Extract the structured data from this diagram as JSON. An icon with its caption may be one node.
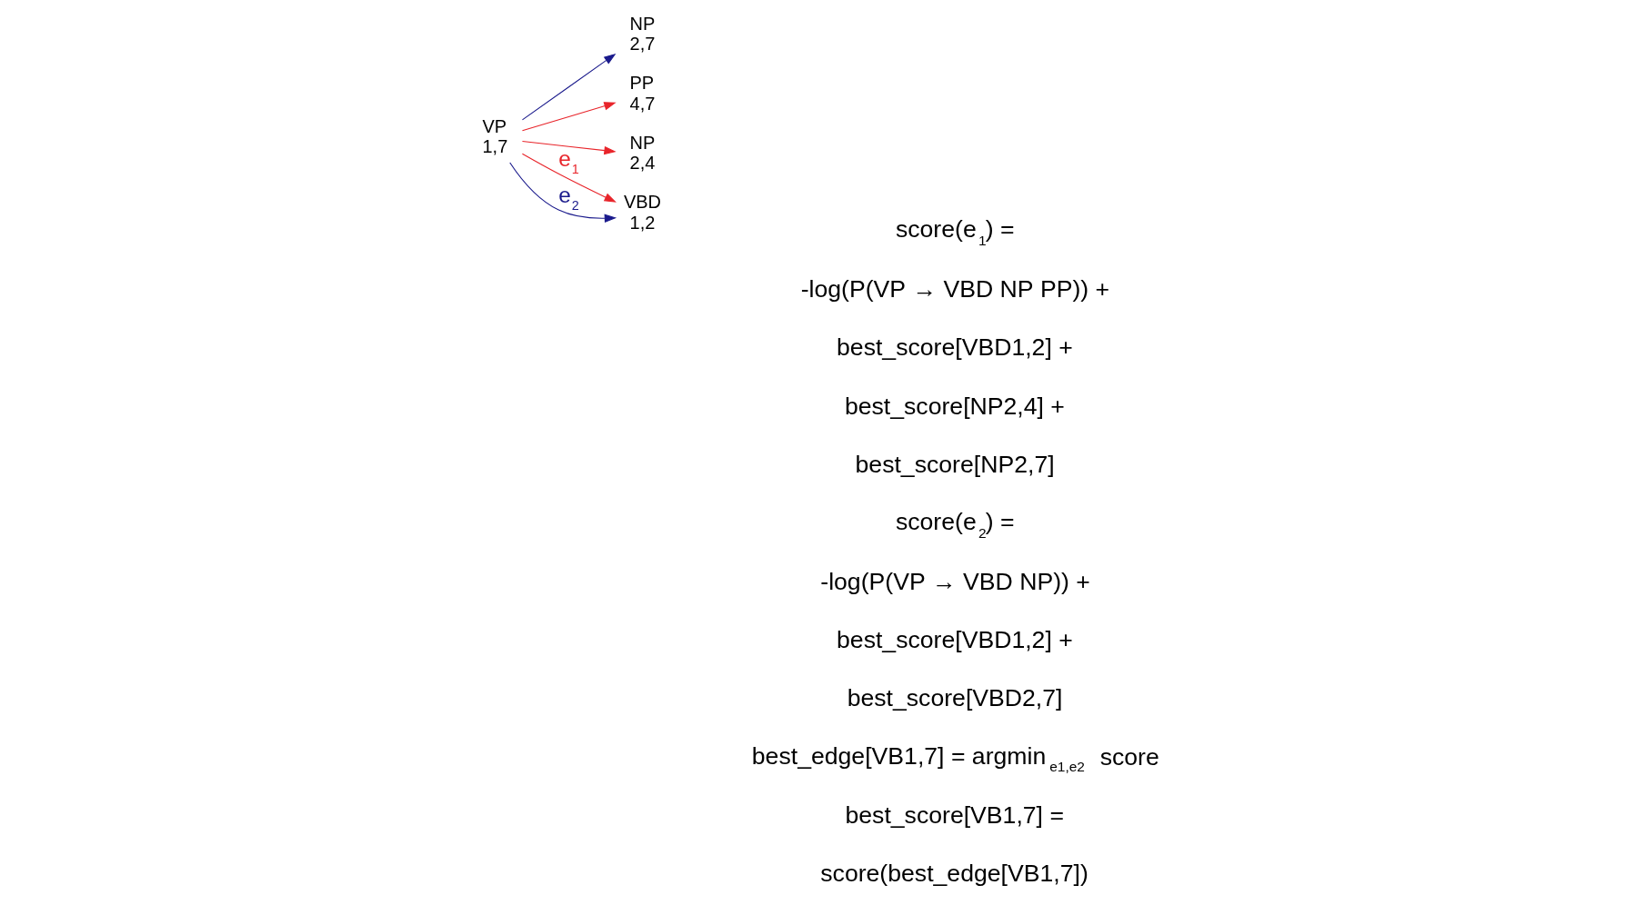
{
  "diagram": {
    "nodes": [
      {
        "text": [
          "VP",
          "1,7"
        ]
      },
      {
        "text": [
          "NP",
          "2,7"
        ]
      },
      {
        "text": [
          "PP",
          "4,7"
        ]
      },
      {
        "text": [
          "NP",
          "2,4"
        ]
      },
      {
        "text": [
          "VBD",
          "1,2"
        ]
      }
    ],
    "edges": [
      {
        "from": 0,
        "to": 4,
        "arrow": "to",
        "label": "e$_{1}$",
        "color": "#e8242a"
      },
      {
        "from": 0,
        "to": 3,
        "arrow": "to",
        "color": "#e8242a"
      },
      {
        "from": 0,
        "to": 2,
        "arrow": "to",
        "color": "#e8242a"
      },
      {
        "from": 0,
        "to": 4,
        "arrow": "to",
        "label": "e$_{2}$",
        "color": "#1a1a8c"
      },
      {
        "from": 0,
        "to": 1,
        "arrow": "to",
        "color": "#1a1a8c"
      }
    ],
    "labels": [
      "score(e$_{1}$) =",
      "-log(P(VP → VBD NP PP)) +",
      "best_score[VBD1,2] +",
      "best_score[NP2,4] +",
      "best_score[NP2,7]",
      "score(e$_{2}$) =",
      "-log(P(VP → VBD NP)) +",
      "best_score[VBD1,2] +",
      "best_score[VBD2,7]",
      "best_edge[VB1,7] = argmin$_{e1,e2}$ score",
      "best_score[VB1,7] =",
      "score(best_edge[VB1,7])"
    ]
  }
}
